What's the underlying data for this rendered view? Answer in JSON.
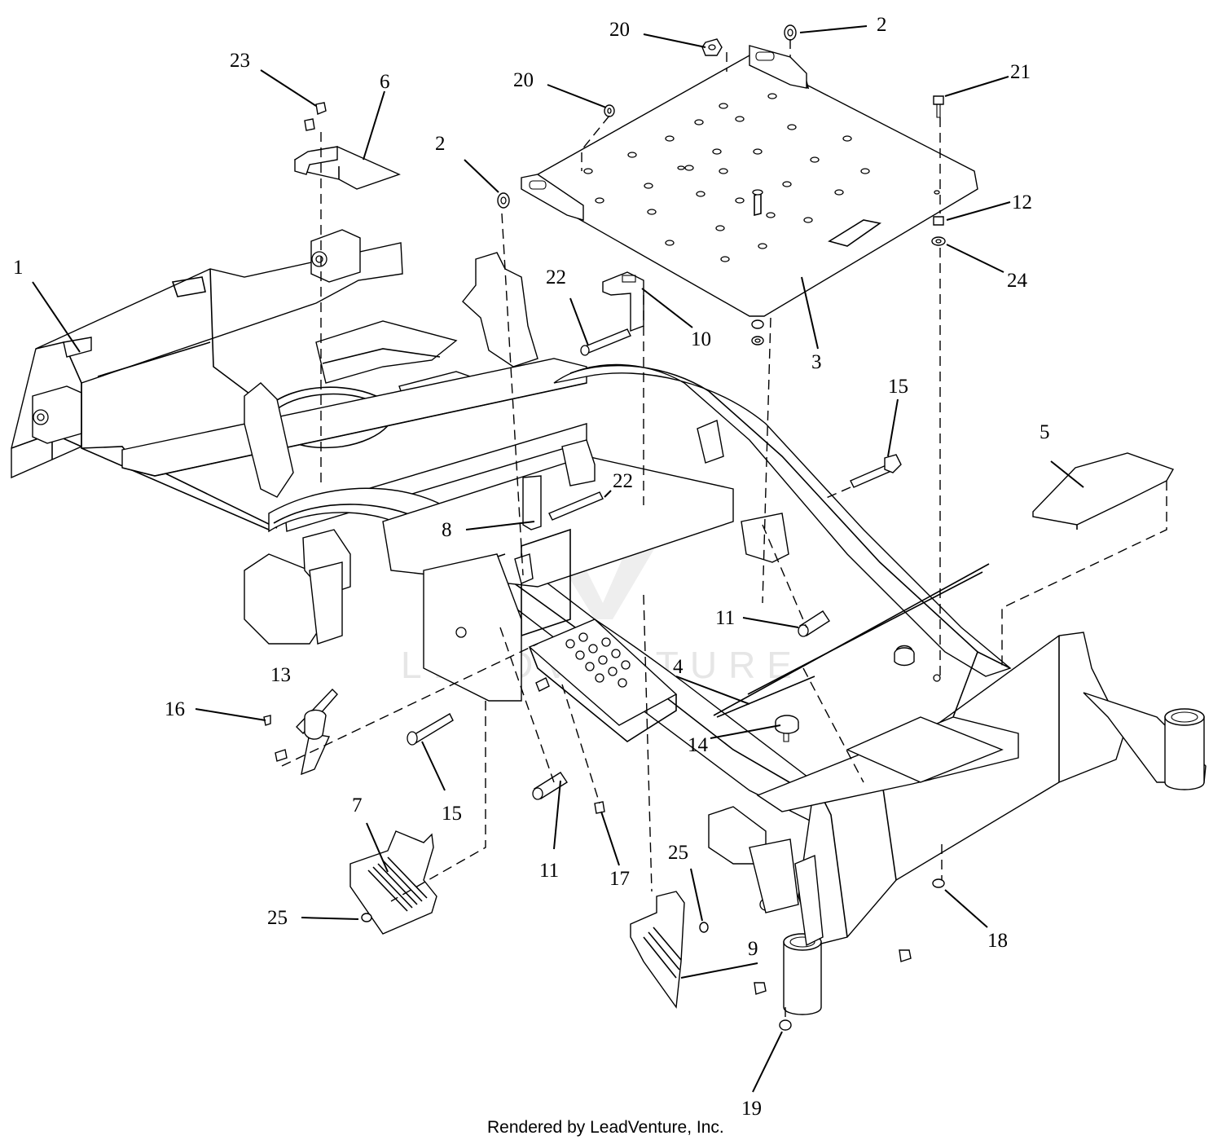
{
  "footer": "Rendered by LeadVenture, Inc.",
  "watermark": "LEADVENTURE",
  "callouts": [
    {
      "id": "1",
      "label": "1"
    },
    {
      "id": "2a",
      "label": "2"
    },
    {
      "id": "2b",
      "label": "2"
    },
    {
      "id": "3",
      "label": "3"
    },
    {
      "id": "4",
      "label": "4"
    },
    {
      "id": "5",
      "label": "5"
    },
    {
      "id": "6",
      "label": "6"
    },
    {
      "id": "7",
      "label": "7"
    },
    {
      "id": "8",
      "label": "8"
    },
    {
      "id": "9",
      "label": "9"
    },
    {
      "id": "10",
      "label": "10"
    },
    {
      "id": "11a",
      "label": "11"
    },
    {
      "id": "11b",
      "label": "11"
    },
    {
      "id": "12",
      "label": "12"
    },
    {
      "id": "13",
      "label": "13"
    },
    {
      "id": "14",
      "label": "14"
    },
    {
      "id": "15a",
      "label": "15"
    },
    {
      "id": "15b",
      "label": "15"
    },
    {
      "id": "16",
      "label": "16"
    },
    {
      "id": "17",
      "label": "17"
    },
    {
      "id": "18",
      "label": "18"
    },
    {
      "id": "19",
      "label": "19"
    },
    {
      "id": "20a",
      "label": "20"
    },
    {
      "id": "20b",
      "label": "20"
    },
    {
      "id": "21",
      "label": "21"
    },
    {
      "id": "22a",
      "label": "22"
    },
    {
      "id": "22b",
      "label": "22"
    },
    {
      "id": "23",
      "label": "23"
    },
    {
      "id": "24",
      "label": "24"
    },
    {
      "id": "25a",
      "label": "25"
    },
    {
      "id": "25b",
      "label": "25"
    }
  ]
}
